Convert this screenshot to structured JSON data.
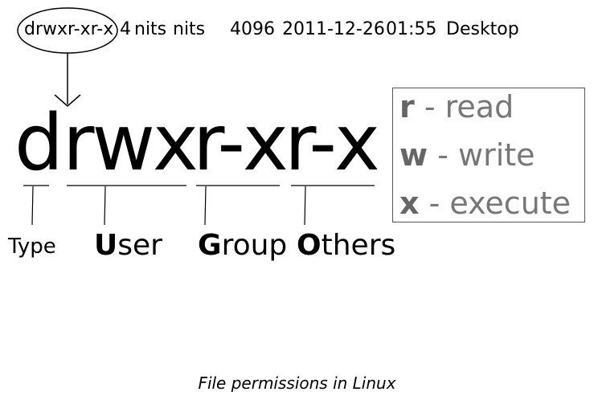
{
  "ls_line": {
    "permissions": "drwxr-xr-x",
    "links": "4",
    "owner": "nits",
    "group": "nits",
    "size": "4096",
    "date": "2011-12-26",
    "time": "01:55",
    "name": "Desktop"
  },
  "big_permissions": {
    "type": "d",
    "user": "rwx",
    "group_part": "r-x",
    "others": "r-x"
  },
  "categories": {
    "type": "Type",
    "user_initial": "U",
    "user_rest": "ser",
    "group_initial": "G",
    "group_rest": "roup",
    "others_initial": "O",
    "others_rest": "thers"
  },
  "legend": [
    {
      "key": "r",
      "label": "- read"
    },
    {
      "key": "w",
      "label": "- write"
    },
    {
      "key": "x",
      "label": "- execute"
    }
  ],
  "caption": "File permissions in Linux",
  "colors": {
    "legend_text": "#777777",
    "legend_border": "#555555",
    "ink": "#000000"
  }
}
